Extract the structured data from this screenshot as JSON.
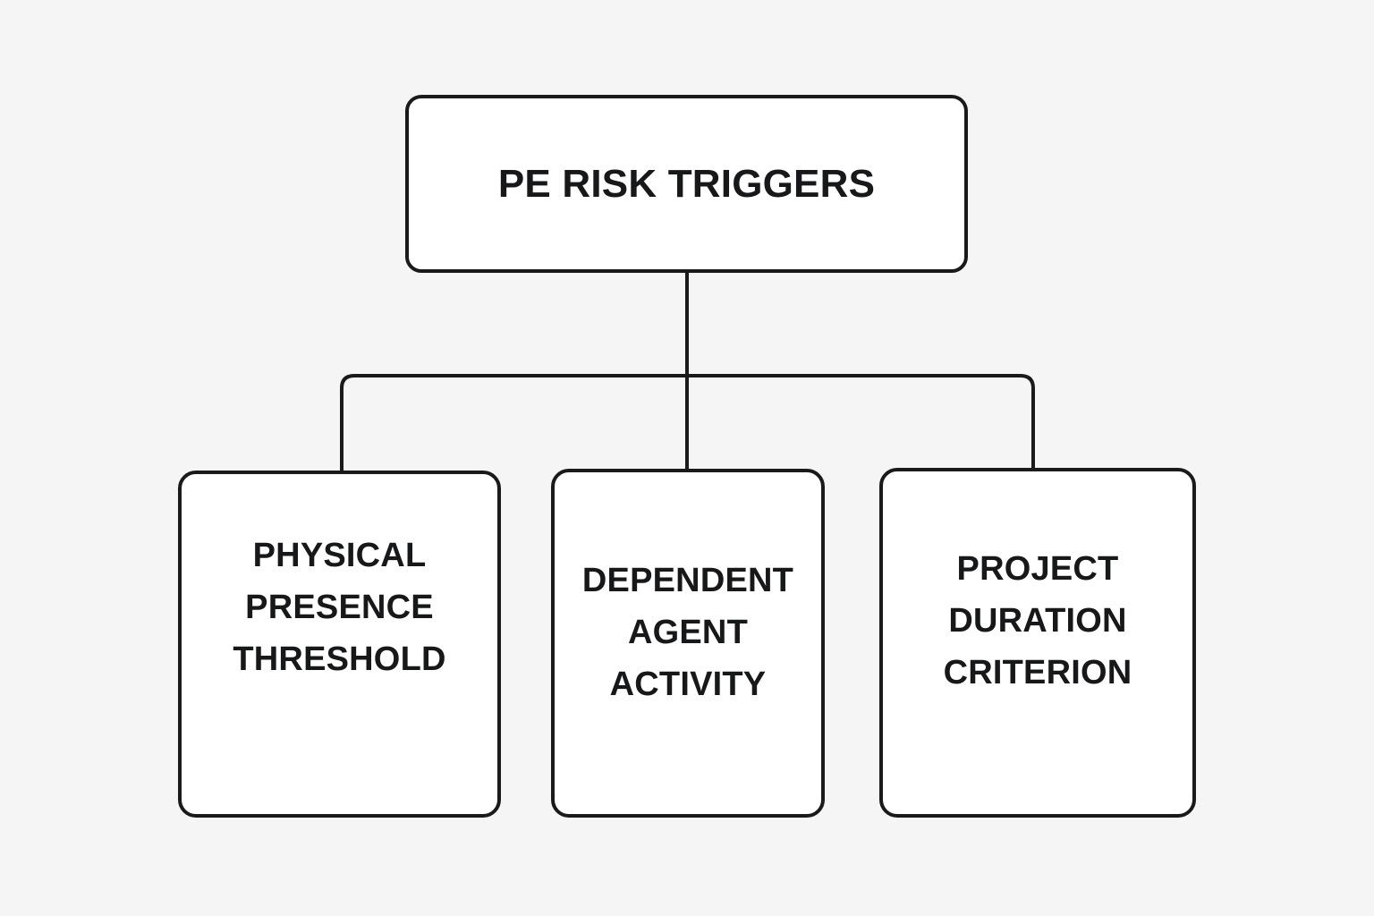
{
  "diagram": {
    "type": "org-tree",
    "background_color": "#f5f5f6",
    "line_color": "#1a1a1a",
    "box_fill_color": "#ffffff",
    "text_color": "#17181a",
    "root": {
      "label": "PE RISK TRIGGERS"
    },
    "children": [
      {
        "label": "PHYSICAL\nPRESENCE\nTHRESHOLD"
      },
      {
        "label": "DEPENDENT\nAGENT\nACTIVITY"
      },
      {
        "label": "PROJECT\nDURATION\nCRITERION"
      }
    ]
  }
}
